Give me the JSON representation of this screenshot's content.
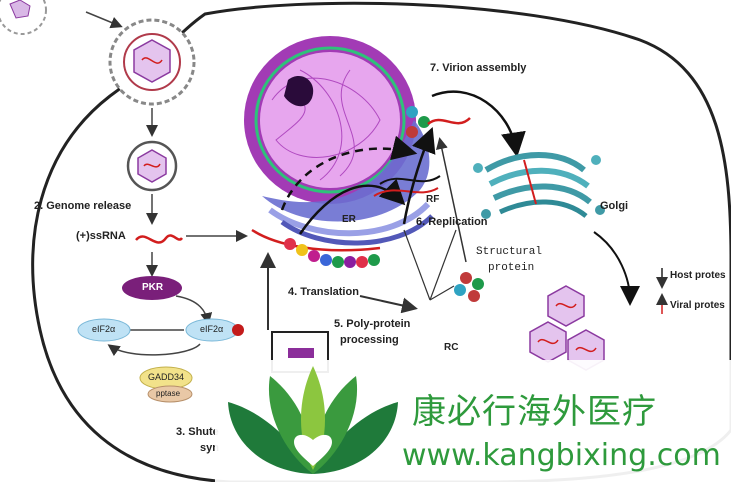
{
  "labels": {
    "genome_release": "2. Genome release",
    "ssrna": "(+)ssRNA",
    "pkr": "PKR",
    "eif2a_left": "eIF2α",
    "eif2a_right": "eIF2α",
    "gadd34": "GADD34",
    "pptase": "pptase",
    "shutoff_line1": "3. Shute",
    "shutoff_line2": "syn",
    "translation": "4. Translation",
    "polyprotein_line1": "5. Poly-protein",
    "polyprotein_line2": "processing",
    "replication": "6. Replication",
    "structural_line1": "Structural",
    "structural_line2": "protein",
    "virion_assembly": "7. Virion assembly",
    "golgi": "Golgi",
    "er": "ER",
    "rf": "RF",
    "rc": "RC"
  },
  "legend": {
    "host": "Host protes",
    "viral": "Viral protes"
  },
  "watermark": {
    "chinese": "康必行海外医疗",
    "url": "www.kangbixing.com"
  },
  "colors": {
    "nucleus_purple": "#a23bb5",
    "nucleus_inner": "#e7a6ee",
    "er_blue": "#6a6fd0",
    "golgi_teal": "#3f9aa6",
    "rna_red": "#d21e1e",
    "virion_lilac": "#caa0d8",
    "watermark_green": "#2e9a3c",
    "leaf_dark": "#1f7a3a",
    "leaf_light": "#8cc63f"
  }
}
